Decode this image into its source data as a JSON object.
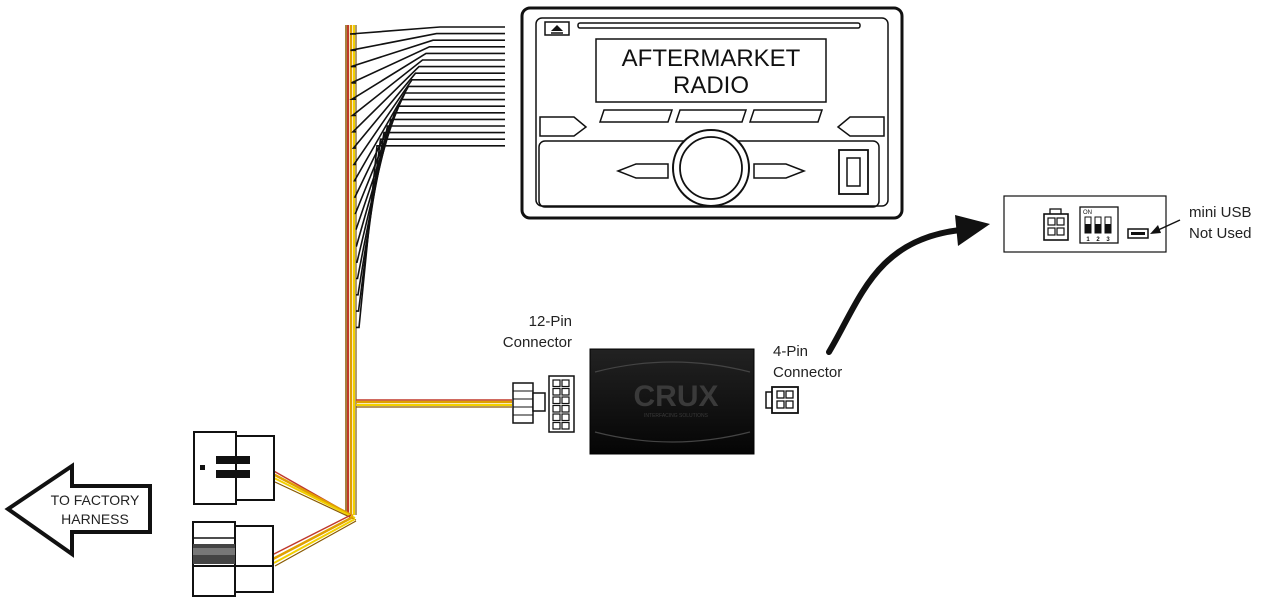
{
  "radio": {
    "line1": "AFTERMARKET",
    "line2": "RADIO"
  },
  "module": {
    "brand": "CRUX",
    "tagline": "INTERFACING SOLUTIONS"
  },
  "connector12": {
    "line1": "12-Pin",
    "line2": "Connector"
  },
  "connector4": {
    "line1": "4-Pin",
    "line2": "Connector"
  },
  "usb": {
    "line1": "mini USB",
    "line2": "Not Used"
  },
  "dip": {
    "on_label": "ON",
    "switch_labels": [
      "1",
      "2",
      "3"
    ]
  },
  "harness_arrow": {
    "line1": "TO FACTORY",
    "line2": "HARNESS"
  },
  "colors": {
    "wire_orange": "#e0a000",
    "wire_red": "#c0392b",
    "wire_yellow": "#f2d000",
    "module_body": "#111111"
  }
}
